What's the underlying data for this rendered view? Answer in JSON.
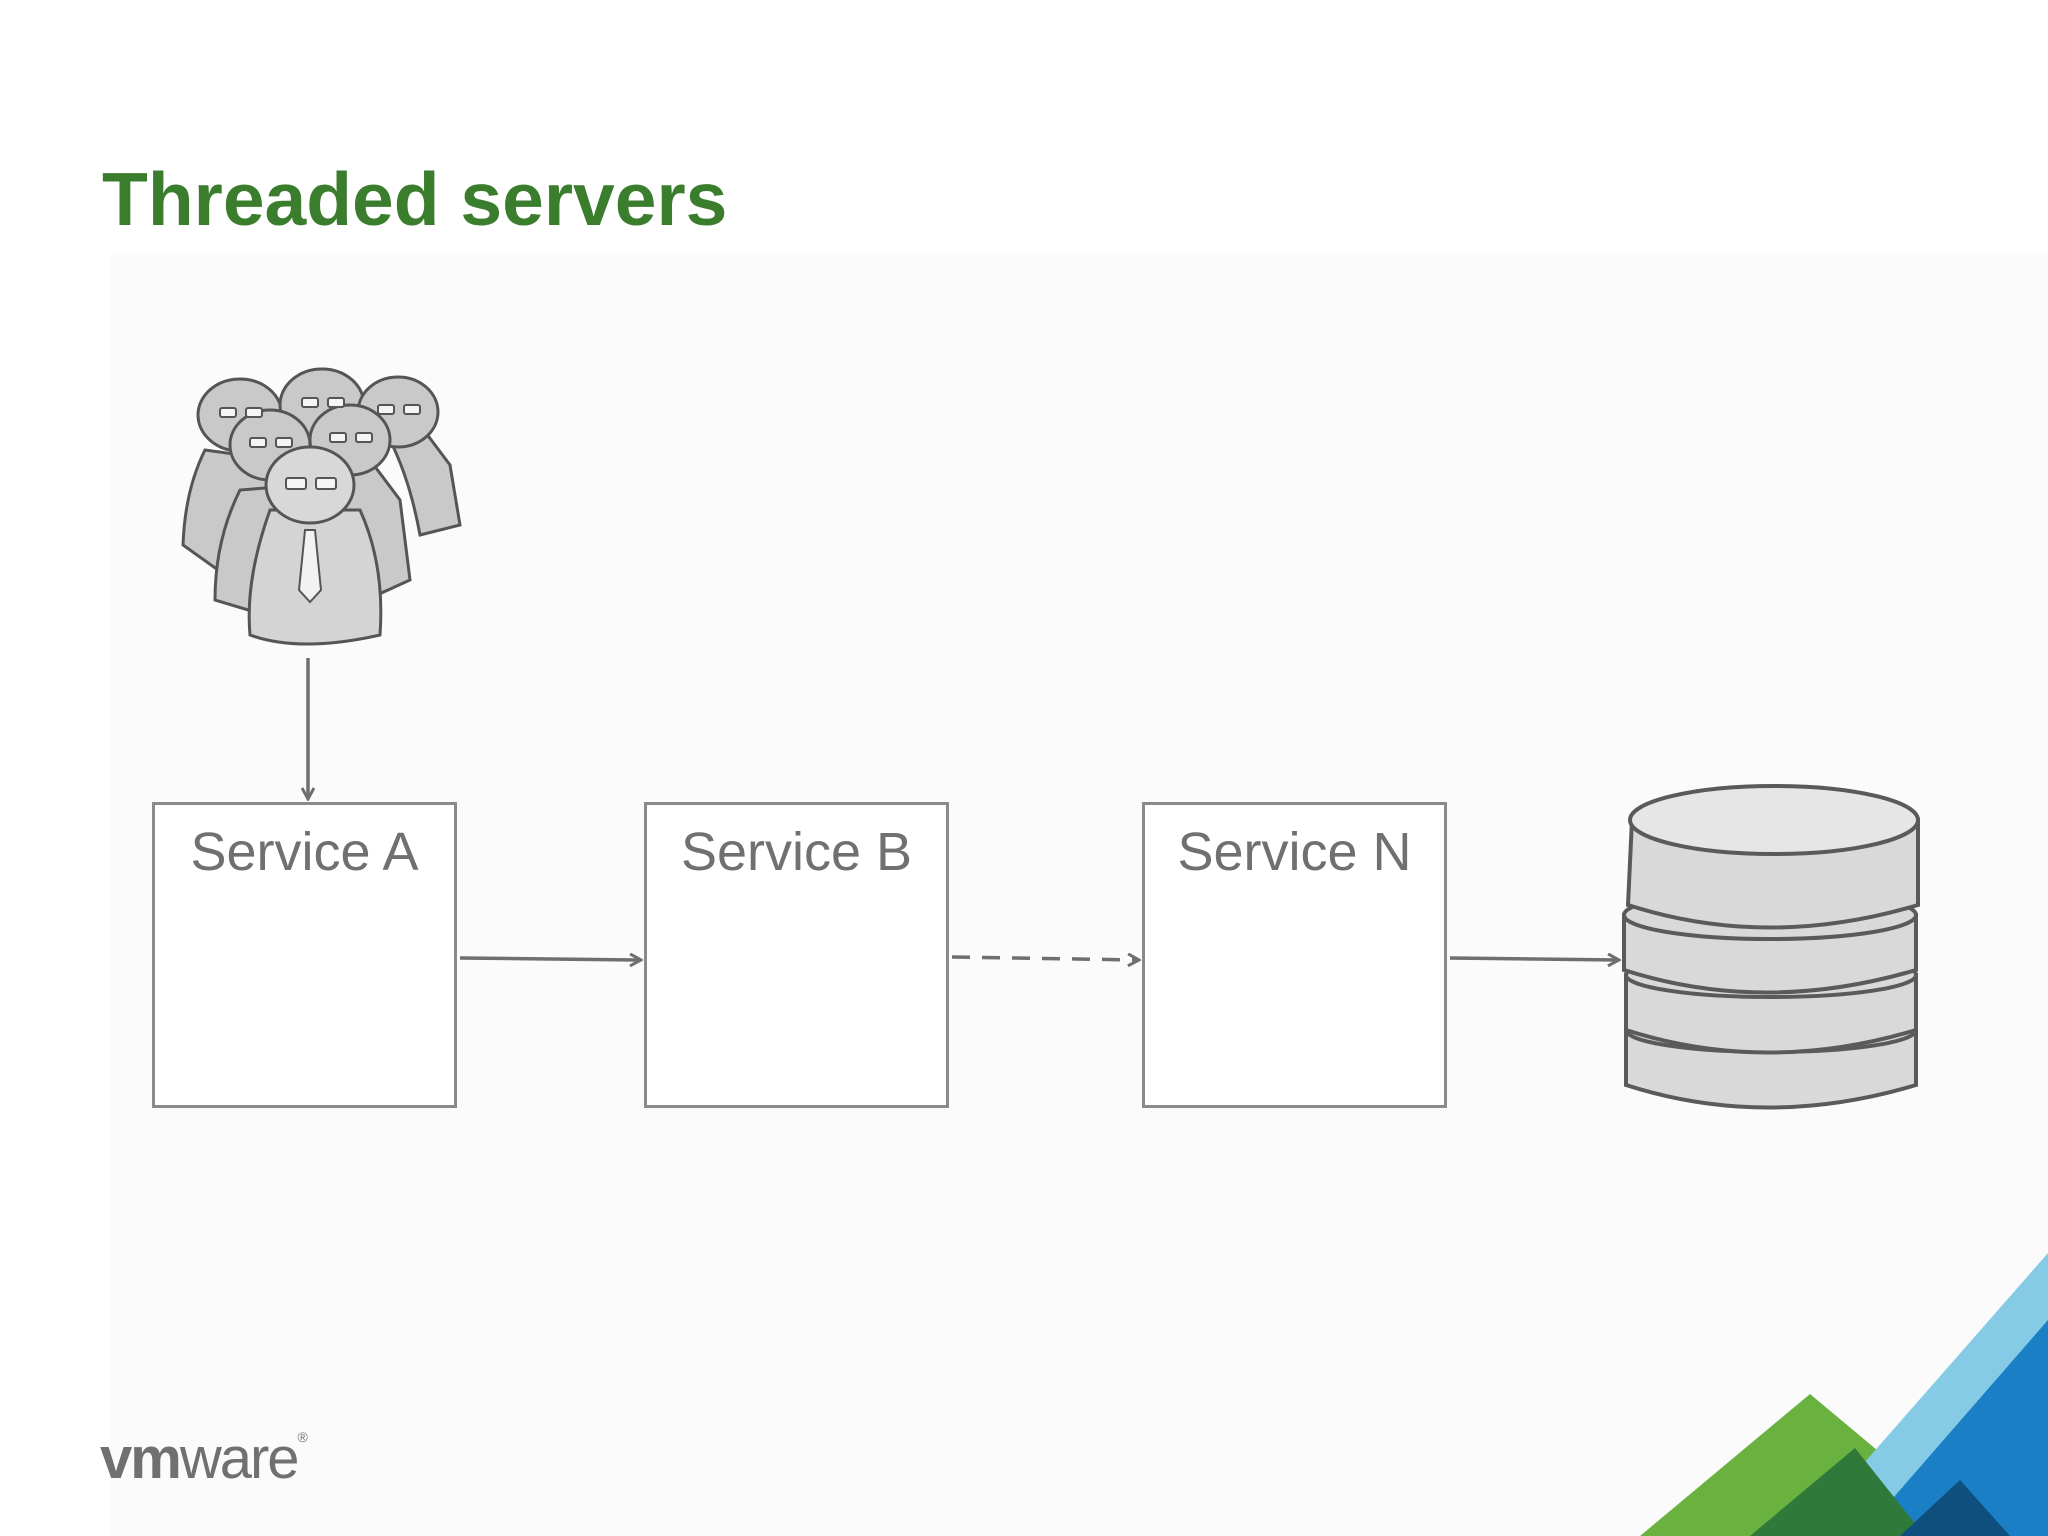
{
  "slide": {
    "title": "Threaded servers"
  },
  "diagram": {
    "users_icon": "group-of-users-icon",
    "database_icon": "database-icon",
    "services": [
      {
        "label": "Service A"
      },
      {
        "label": "Service B"
      },
      {
        "label": "Service N"
      }
    ],
    "connections": [
      {
        "from": "users",
        "to": "Service A",
        "style": "solid"
      },
      {
        "from": "Service A",
        "to": "Service B",
        "style": "solid"
      },
      {
        "from": "Service B",
        "to": "Service N",
        "style": "dashed"
      },
      {
        "from": "Service N",
        "to": "database",
        "style": "solid"
      }
    ]
  },
  "branding": {
    "logo_vm": "vm",
    "logo_ware": "ware",
    "logo_reg": "®",
    "colors": {
      "title_green": "#3a7d2c",
      "corner_green": "#6ab23f",
      "corner_dark_green": "#2f7a3a",
      "corner_light_blue": "#86cbe6",
      "corner_blue": "#1a7fc4",
      "corner_dark_blue": "#0e4f7d"
    }
  }
}
